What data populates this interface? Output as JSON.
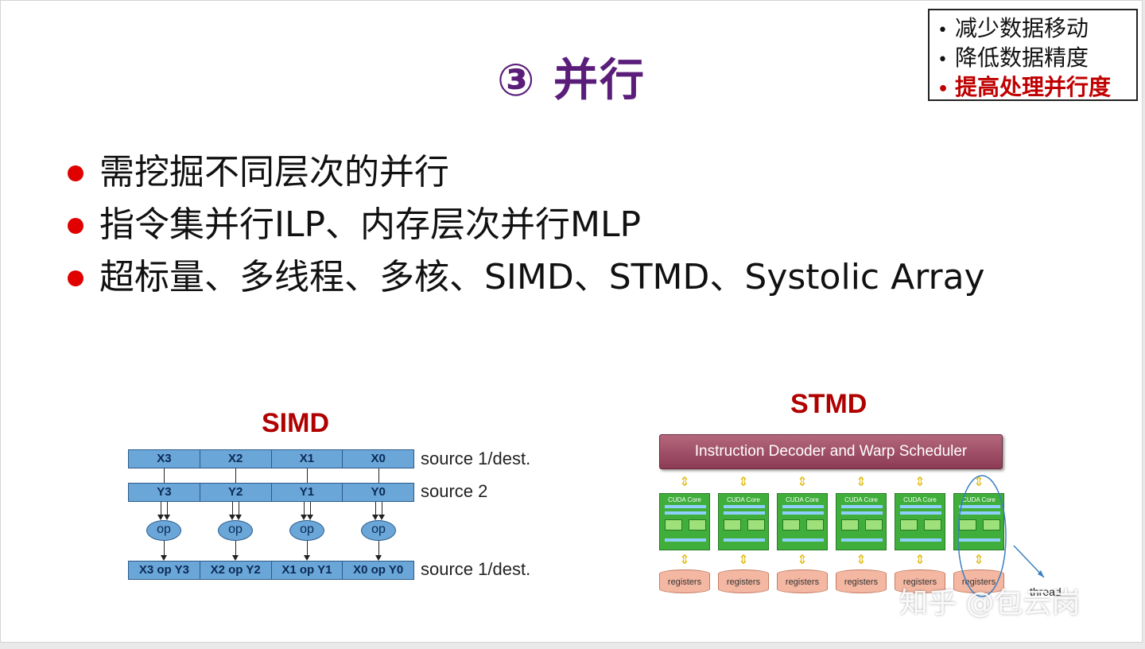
{
  "slide": {
    "title": "③ 并行",
    "corner_box": {
      "items": [
        {
          "label": "减少数据移动",
          "active": false
        },
        {
          "label": "降低数据精度",
          "active": false
        },
        {
          "label": "提高处理并行度",
          "active": true
        }
      ],
      "bullet_glyph": "•"
    },
    "bullets": [
      "需挖掘不同层次的并行",
      "指令集并行ILP、内存层次并行MLP",
      "超标量、多线程、多核、SIMD、STMD、Systolic Array"
    ],
    "colors": {
      "title": "#5a1e7a",
      "accent_red": "#c00000",
      "bullet_red": "#e00000"
    }
  },
  "simd": {
    "label": "SIMD",
    "row_source1": [
      "X3",
      "X2",
      "X1",
      "X0"
    ],
    "row_source2": [
      "Y3",
      "Y2",
      "Y1",
      "Y0"
    ],
    "op_label": "op",
    "row_dest": [
      "X3 op Y3",
      "X2 op Y2",
      "X1 op Y1",
      "X0 op Y0"
    ],
    "labels": {
      "source1": "source 1/dest.",
      "source2": "source 2",
      "dest": "source 1/dest."
    }
  },
  "stmd": {
    "label": "STMD",
    "decoder_label": "Instruction Decoder and Warp Scheduler",
    "core_label": "CUDA Core",
    "register_label": "registers",
    "thread_label": "thread"
  },
  "watermark": "知乎 @包云岗"
}
